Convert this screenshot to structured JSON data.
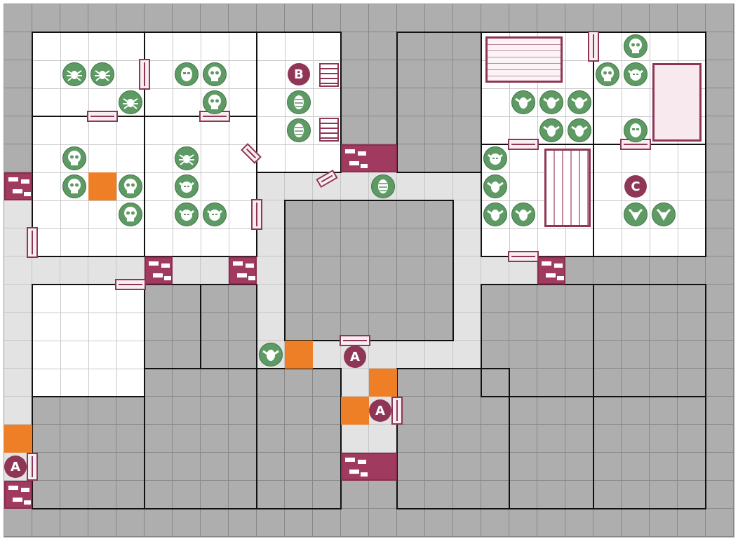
{
  "board": {
    "title": "",
    "colors": {
      "rock": "#aeaeae",
      "room_floor": "#ffffff",
      "corridor_floor": "#e3e3e3",
      "wall": "#111111",
      "monster": "#5e9a63",
      "marker": "#8f3656",
      "furniture": "#8f3656",
      "trap": "#ef7f26"
    },
    "markers": [
      {
        "label": "B",
        "icon": "letter-marker"
      },
      {
        "label": "C",
        "icon": "letter-marker"
      },
      {
        "label": "A",
        "icon": "letter-marker"
      },
      {
        "label": "A",
        "icon": "letter-marker"
      },
      {
        "label": "A",
        "icon": "letter-marker"
      }
    ],
    "monster_types": [
      "skull",
      "spider",
      "goblin",
      "orc",
      "mummy",
      "zombie",
      "fimir"
    ],
    "furniture": [
      "bookcase",
      "table",
      "tomb",
      "torture-rack",
      "fireplace",
      "throne",
      "weapon-rack",
      "chest"
    ],
    "traps": [
      "spear-trap",
      "pit-trap",
      "falling-block"
    ]
  }
}
